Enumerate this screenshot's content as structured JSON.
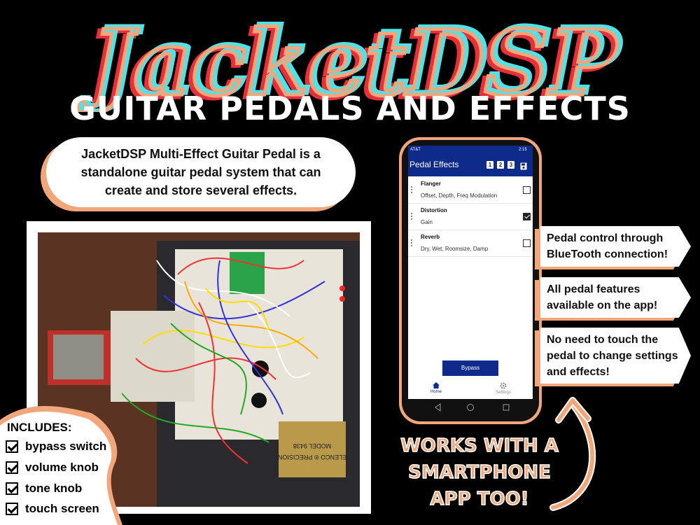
{
  "brand": {
    "title": "JacketDSP",
    "subtitle": "GUITAR PEDALS AND EFFECTS"
  },
  "description": "JacketDSP Multi-Effect Guitar Pedal is a standalone guitar pedal system that can create and store several effects.",
  "photo": {
    "label_lines": [
      "ELENCO ® PRECISION",
      "MODEL 9438"
    ]
  },
  "includes": {
    "title": "INCLUDES:",
    "items": [
      "bypass switch",
      "volume knob",
      "tone knob",
      "touch screen"
    ]
  },
  "phone": {
    "status": {
      "carrier": "AT&T",
      "time": "2:15"
    },
    "app_title": "Pedal Effects",
    "toolbar": [
      "1",
      "2",
      "3"
    ],
    "effects": [
      {
        "name": "Flanger",
        "params": "Offset, Depth, Freq Modulation",
        "checked": false
      },
      {
        "name": "Distortion",
        "params": "Gain",
        "checked": true
      },
      {
        "name": "Reverb",
        "params": "Dry, Wet, Roomsize, Damp",
        "checked": false
      }
    ],
    "bypass_label": "Bypass",
    "nav": {
      "home": "Home",
      "settings": "Settings"
    }
  },
  "features": [
    "Pedal control through BlueTooth connection!",
    "All pedal features available on the app!",
    "No need to touch the pedal to change settings and effects!"
  ],
  "works_text": [
    "WORKS WITH A",
    "SMARTPHONE",
    "APP TOO!"
  ],
  "colors": {
    "accent": "#f2a67c",
    "cyan": "#4fe3e8",
    "red": "#e8303a",
    "app_blue": "#0e2a8a"
  }
}
